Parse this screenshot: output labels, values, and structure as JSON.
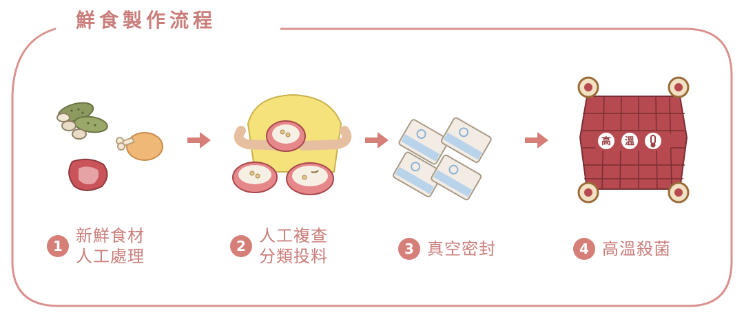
{
  "title": "鮮食製作流程",
  "steps": [
    {
      "number": "1",
      "line1": "新鮮食材",
      "line2": "人工處理"
    },
    {
      "number": "2",
      "line1": "人工複查",
      "line2": "分類投料"
    },
    {
      "number": "3",
      "line1": "真空密封",
      "line2": ""
    },
    {
      "number": "4",
      "line1": "高溫殺菌",
      "line2": ""
    }
  ],
  "stamp": {
    "char1": "高",
    "char2": "溫"
  },
  "colors": {
    "accent": "#d57f78",
    "frame": "#d9928f",
    "text": "#c97e7b"
  }
}
